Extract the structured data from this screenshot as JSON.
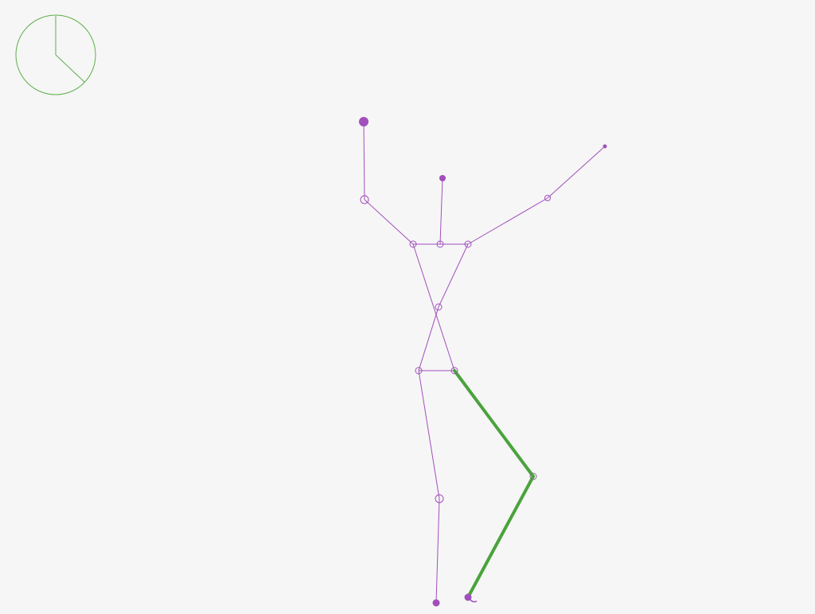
{
  "colors": {
    "background": "#f6f6f6",
    "figure": "#a24fbd",
    "selected_limb": "#4aa33c",
    "timer": "#5cb04a"
  },
  "icons": {
    "timer": "clock-timer-icon"
  },
  "figure": {
    "bones": [
      "left-upper-arm",
      "left-forearm",
      "right-upper-arm",
      "right-forearm",
      "neck",
      "shoulder-bar",
      "left-torso",
      "right-torso",
      "left-hip-link",
      "right-hip-link",
      "hip-bar",
      "left-thigh",
      "left-shin",
      "right-thigh",
      "right-shin"
    ],
    "selected_bones": [
      "right-thigh",
      "right-shin"
    ]
  }
}
